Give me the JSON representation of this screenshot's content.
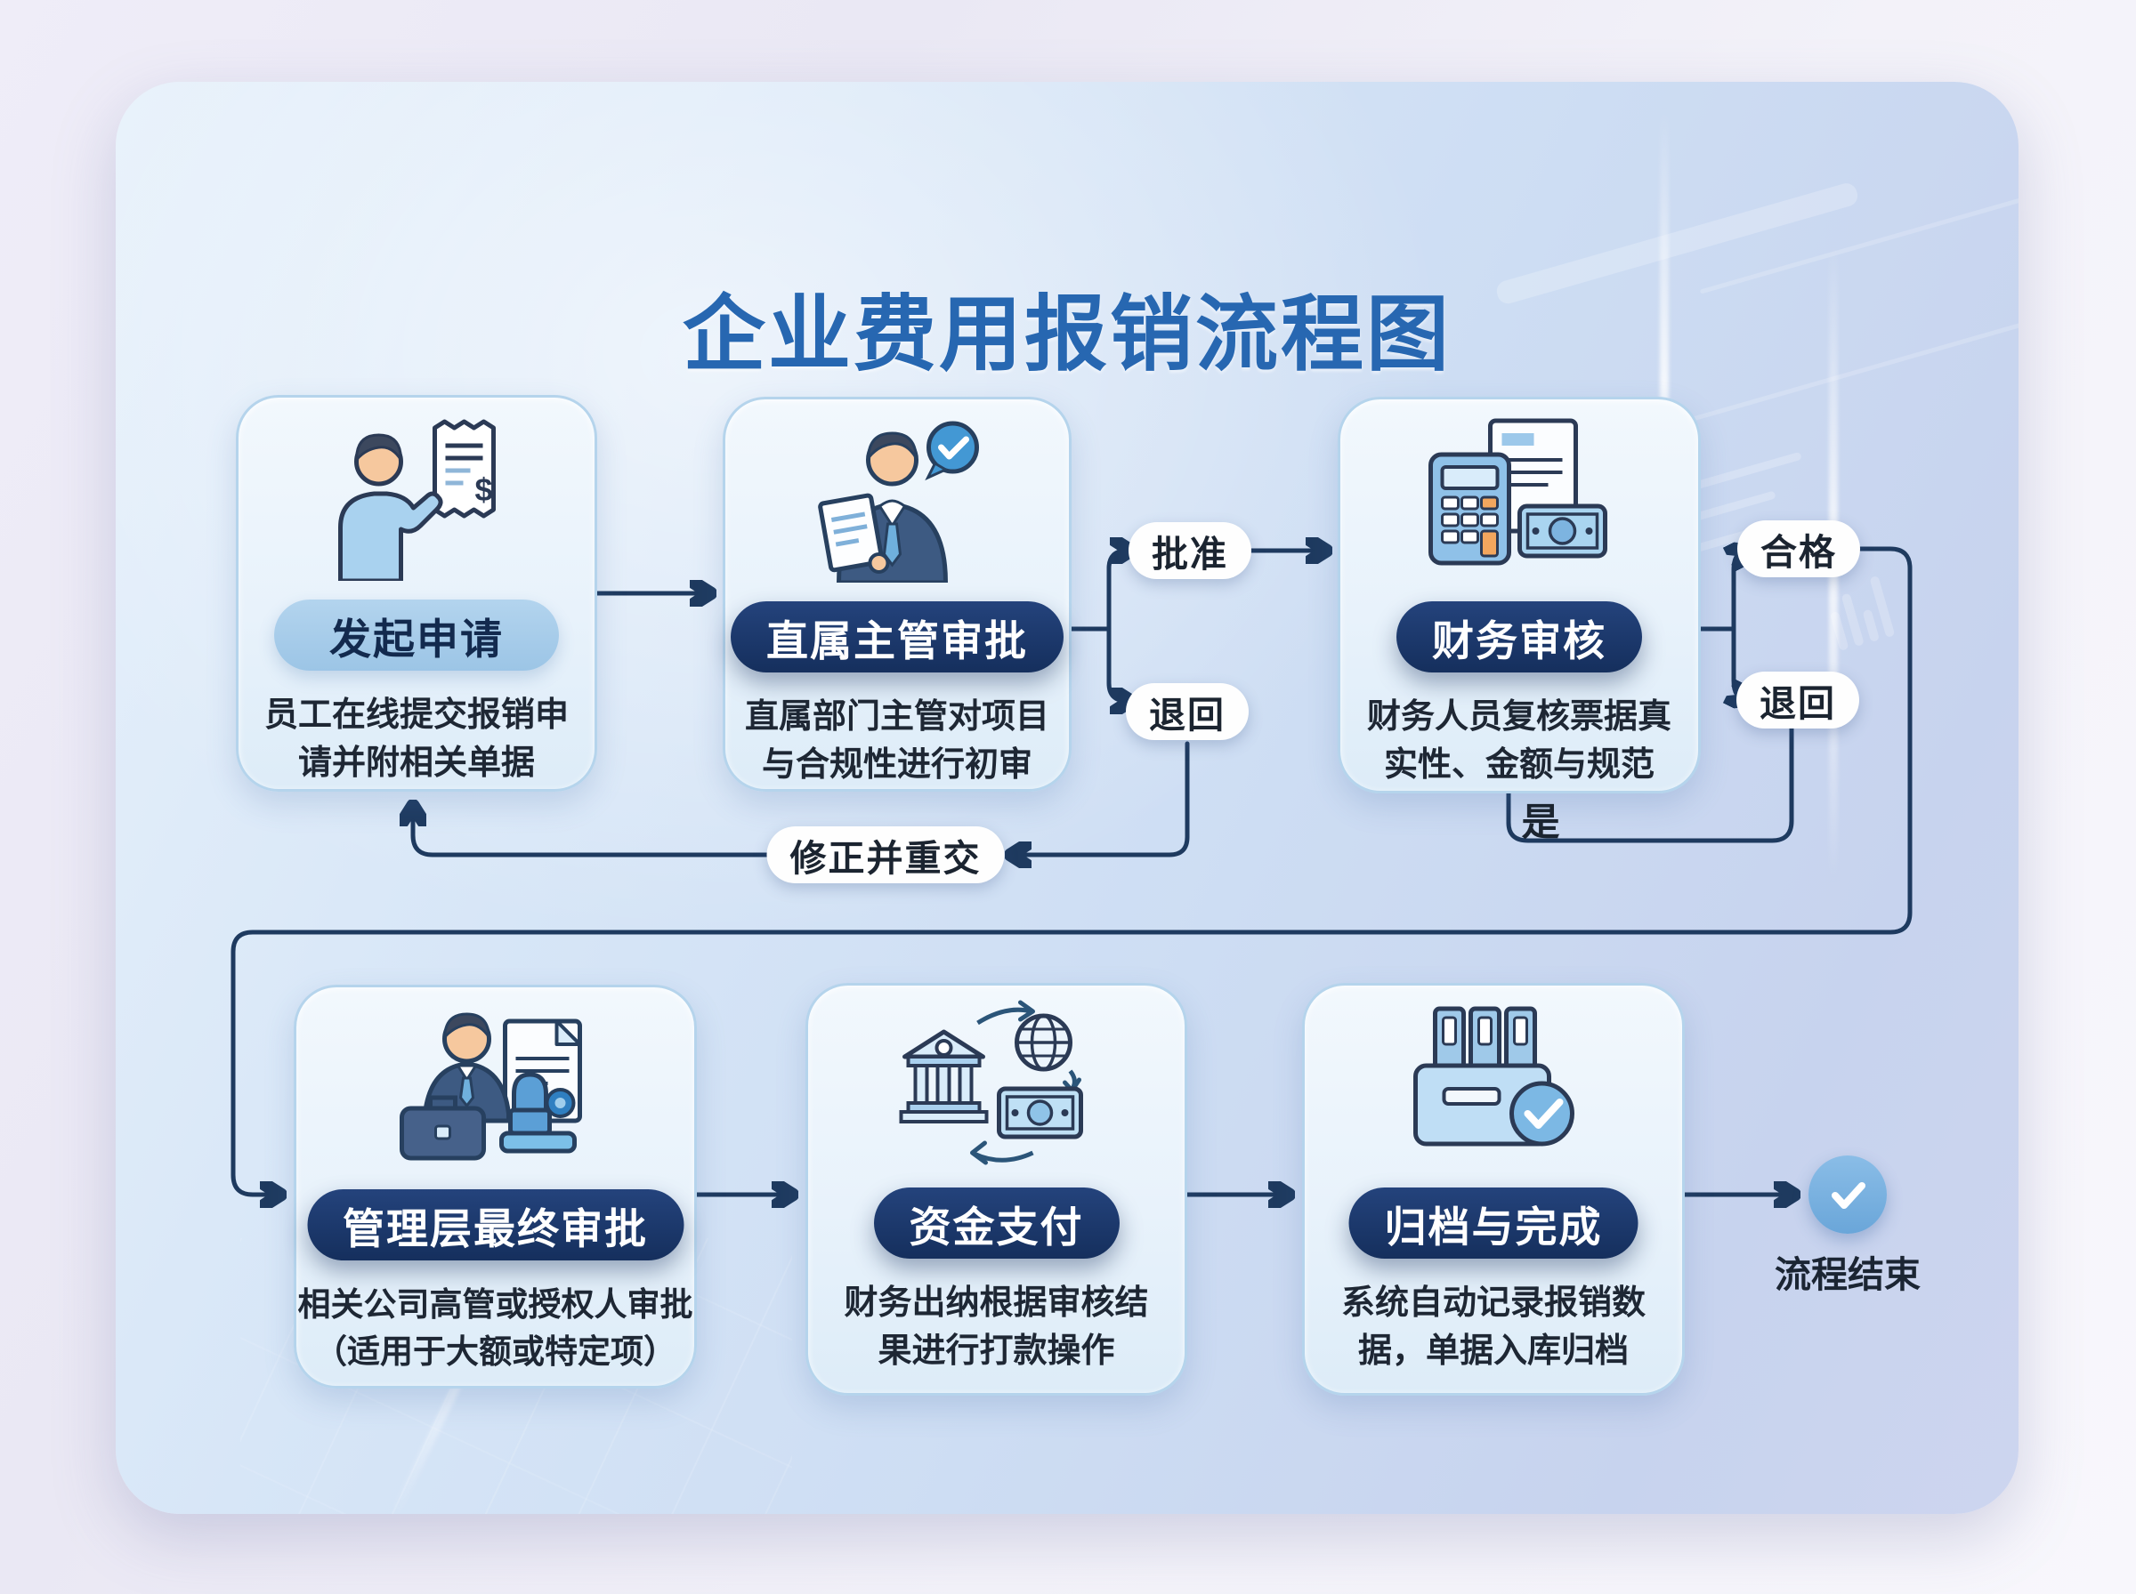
{
  "page": {
    "title": "企业费用报销流程图"
  },
  "cards": [
    {
      "id": "start",
      "title": "发起申请",
      "style": "light",
      "icon": "applicant-receipt-icon",
      "desc_lines": [
        "员工在线提交报销申",
        "请并附相关单据"
      ]
    },
    {
      "id": "supervisor",
      "title": "直属主管审批",
      "style": "dark",
      "icon": "supervisor-approve-icon",
      "desc_lines": [
        "直属部门主管对项目",
        "与合规性进行初审"
      ]
    },
    {
      "id": "finance",
      "title": "财务审核",
      "style": "dark",
      "icon": "finance-review-icon",
      "desc_lines": [
        "财务人员复核票据真",
        "实性、金额与规范"
      ]
    },
    {
      "id": "management",
      "title": "管理层最终审批",
      "style": "dark",
      "icon": "executive-stamp-icon",
      "desc_lines": [
        "相关公司高管或授权人审批",
        "（适用于大额或特定项）"
      ]
    },
    {
      "id": "payment",
      "title": "资金支付",
      "style": "dark",
      "icon": "bank-payment-icon",
      "desc_lines": [
        "财务出纳根据审核结",
        "果进行打款操作"
      ]
    },
    {
      "id": "archive",
      "title": "归档与完成",
      "style": "dark",
      "icon": "archive-complete-icon",
      "desc_lines": [
        "系统自动记录报销数",
        "据，单据入库归档"
      ]
    }
  ],
  "edge_labels": {
    "approve": "批准",
    "supervisor_return": "退回",
    "qualified": "合格",
    "finance_return": "退回",
    "yes": "是",
    "resubmit": "修正并重交"
  },
  "end_node": {
    "label": "流程结束"
  },
  "colors": {
    "title": "#2767b1",
    "pill_dark": "#1b3563",
    "pill_light": "#a9cfeb",
    "connector": "#1e3a5f",
    "card_border": "#b5d4ec",
    "card_bg": "#e9f2fb",
    "canvas_bg": "#d3e2f4",
    "end_circle": "#79b2e0",
    "label_text": "#1b2430"
  }
}
